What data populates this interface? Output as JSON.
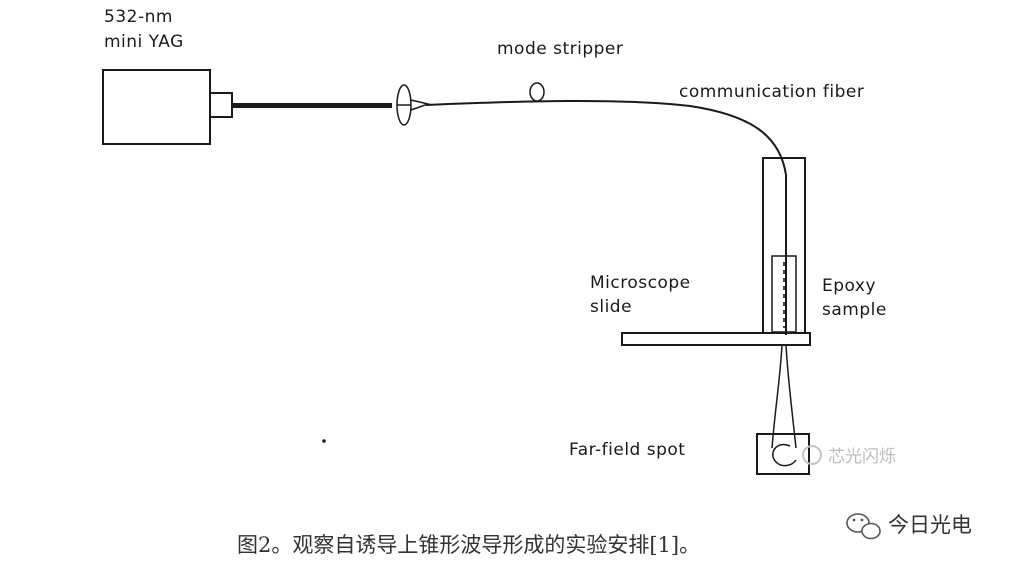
{
  "labels": {
    "laser_line1": "532-nm",
    "laser_line2": "mini YAG",
    "mode_stripper": "mode stripper",
    "communication_fiber": "communication fiber",
    "microscope_line1": "Microscope",
    "microscope_line2": "slide",
    "epoxy_line1": "Epoxy",
    "epoxy_line2": "sample",
    "far_field": "Far-field spot"
  },
  "watermarks": {
    "image_mark": "芯光闪烁",
    "brand_mark": "今日光电"
  },
  "caption": "图2。观察自诱导上锥形波导形成的实验安排[1]。",
  "colors": {
    "line": "#1a1a1a",
    "caption_text": "#333333",
    "watermark": "#bdbdbd"
  }
}
